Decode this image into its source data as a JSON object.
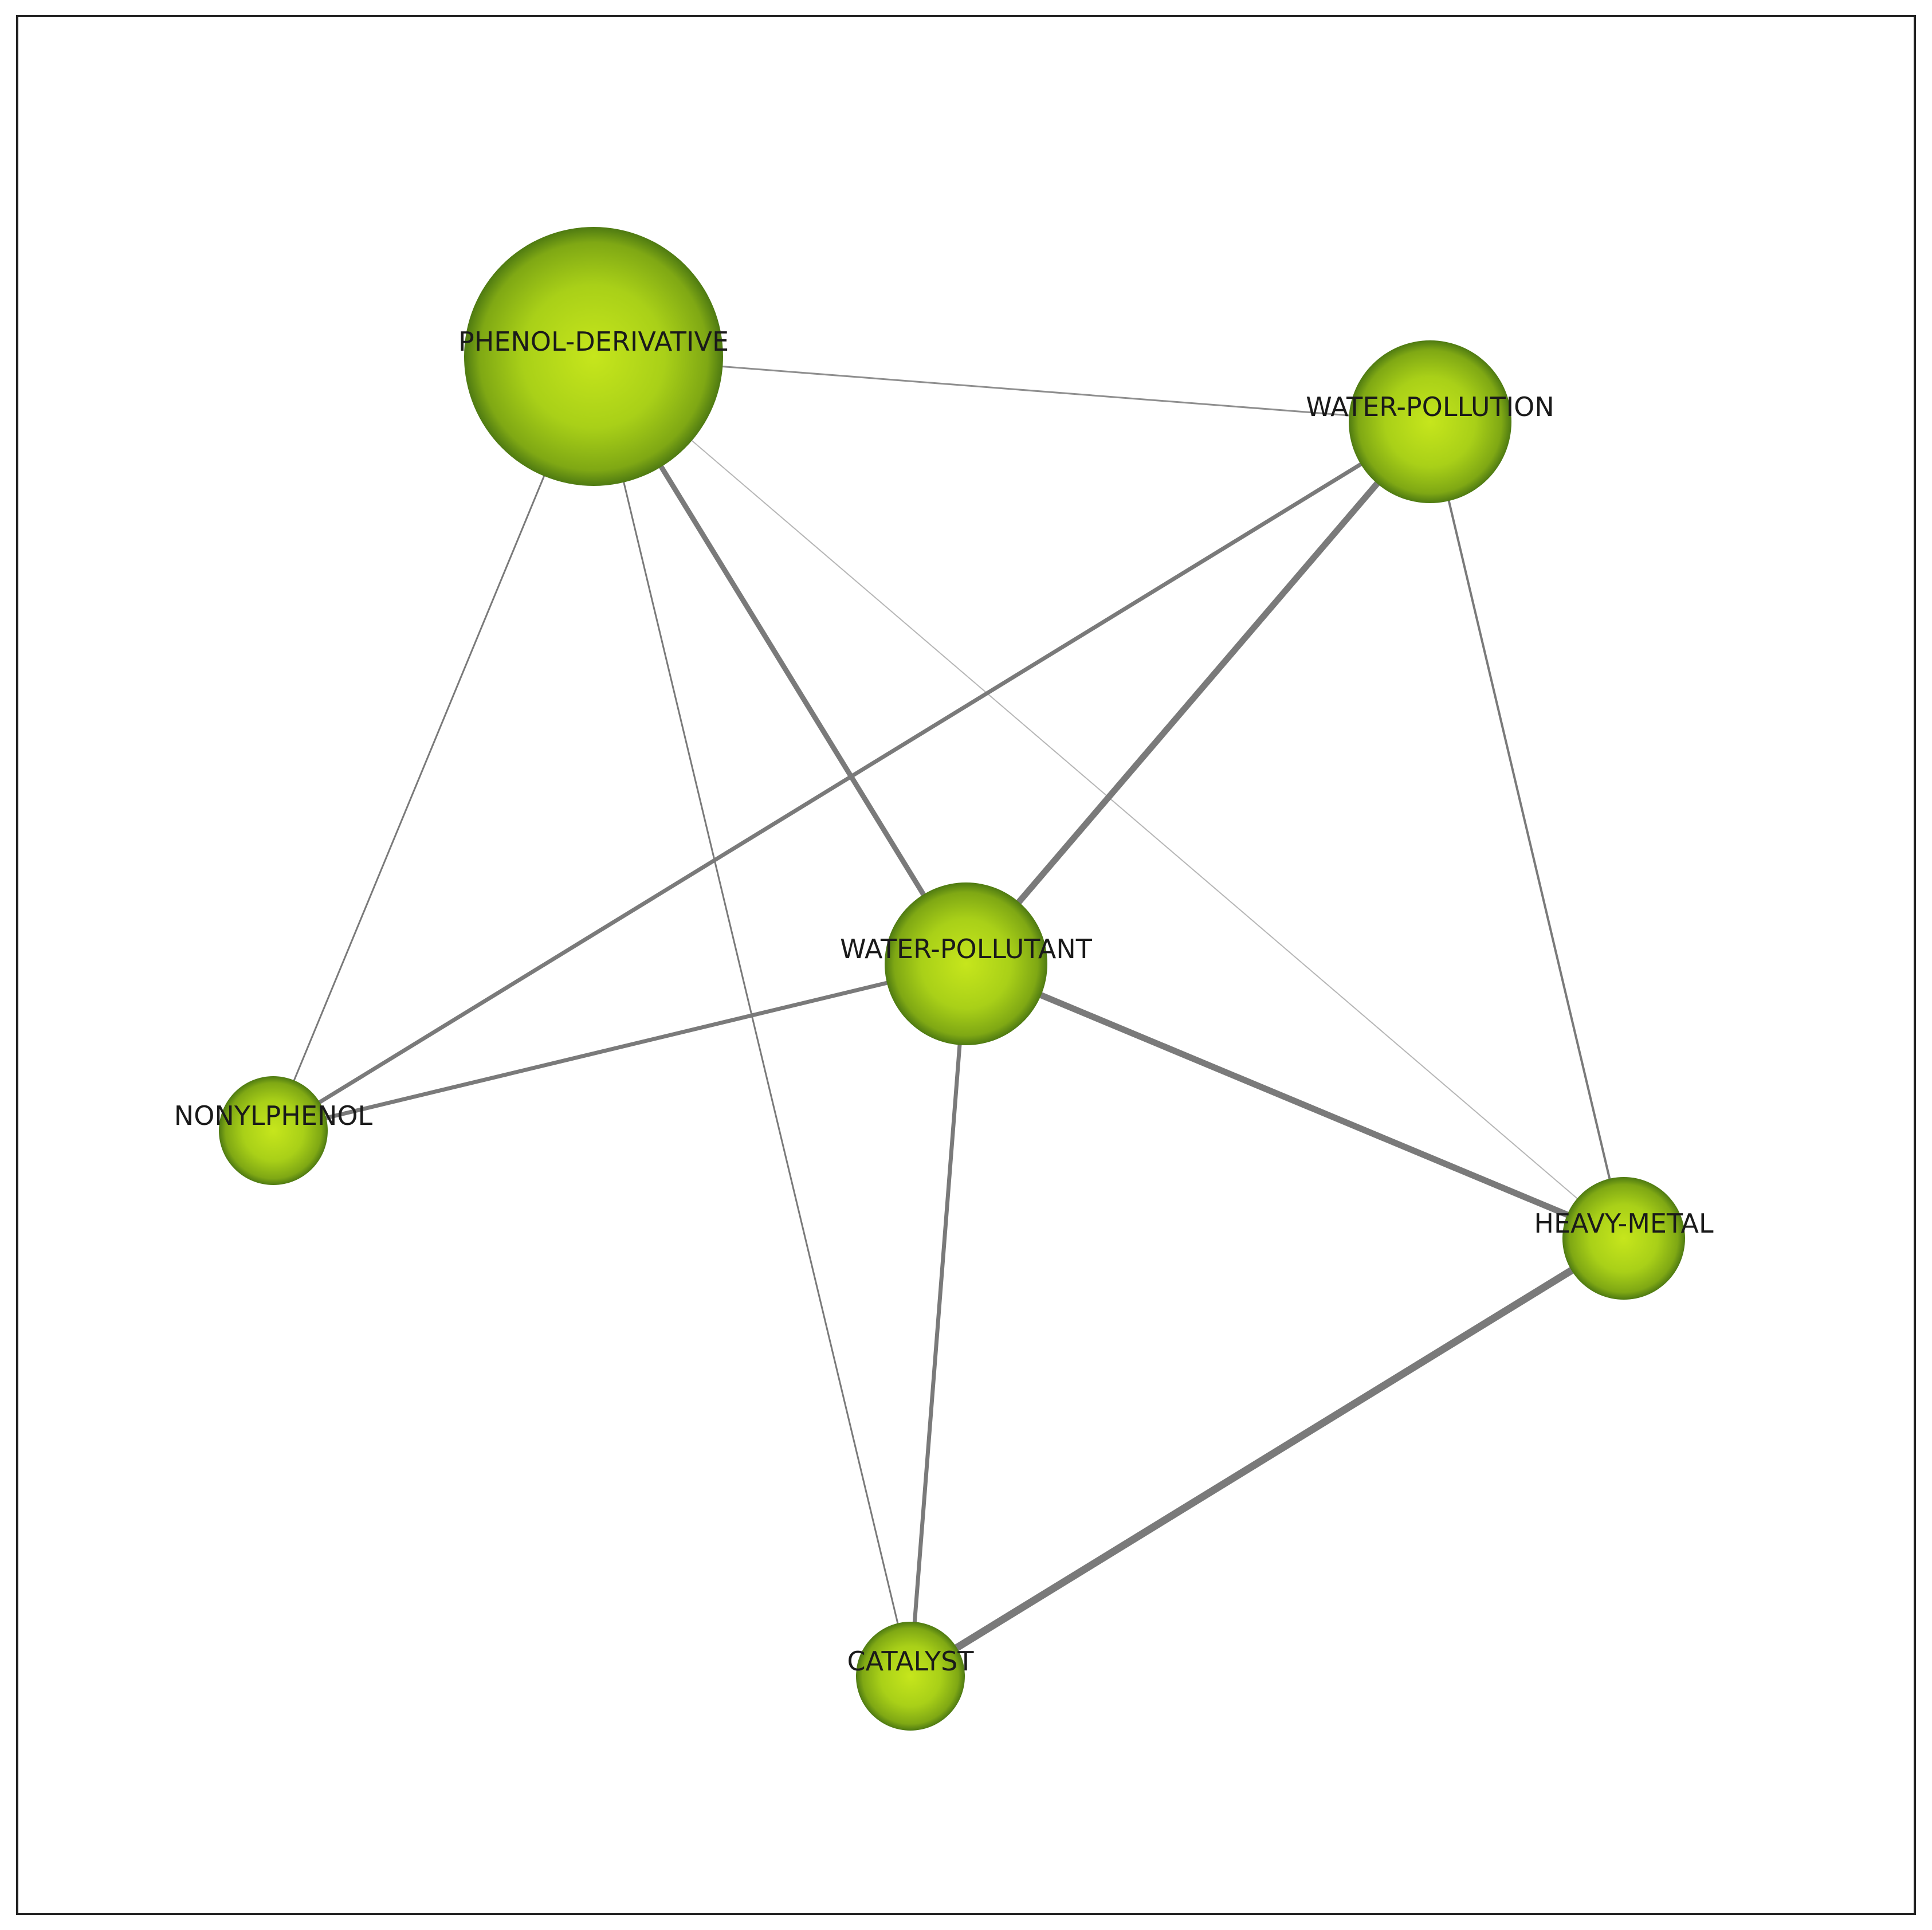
{
  "nodes": [
    {
      "id": "phenol",
      "label": "PHENOL-DERIVATIVE"
    },
    {
      "id": "pollution",
      "label": "WATER-POLLUTION"
    },
    {
      "id": "pollutant",
      "label": "WATER-POLLUTANT"
    },
    {
      "id": "nonylphenol",
      "label": "NONYLPHENOL"
    },
    {
      "id": "heavymetal",
      "label": "HEAVY-METAL"
    },
    {
      "id": "catalyst",
      "label": "CATALYST"
    }
  ],
  "edges": [
    {
      "source": "phenol",
      "target": "pollution"
    },
    {
      "source": "phenol",
      "target": "pollutant"
    },
    {
      "source": "phenol",
      "target": "nonylphenol"
    },
    {
      "source": "phenol",
      "target": "catalyst"
    },
    {
      "source": "phenol",
      "target": "heavymetal"
    },
    {
      "source": "pollution",
      "target": "pollutant"
    },
    {
      "source": "pollution",
      "target": "nonylphenol"
    },
    {
      "source": "pollution",
      "target": "heavymetal"
    },
    {
      "source": "pollutant",
      "target": "nonylphenol"
    },
    {
      "source": "pollutant",
      "target": "heavymetal"
    },
    {
      "source": "pollutant",
      "target": "catalyst"
    },
    {
      "source": "heavymetal",
      "target": "catalyst"
    }
  ],
  "colors": {
    "node_highlight": "#c6e61c",
    "node_mid": "#9cc414",
    "node_edge": "#4e7a12",
    "link": "#7a7a7a",
    "frame": "#222222"
  }
}
